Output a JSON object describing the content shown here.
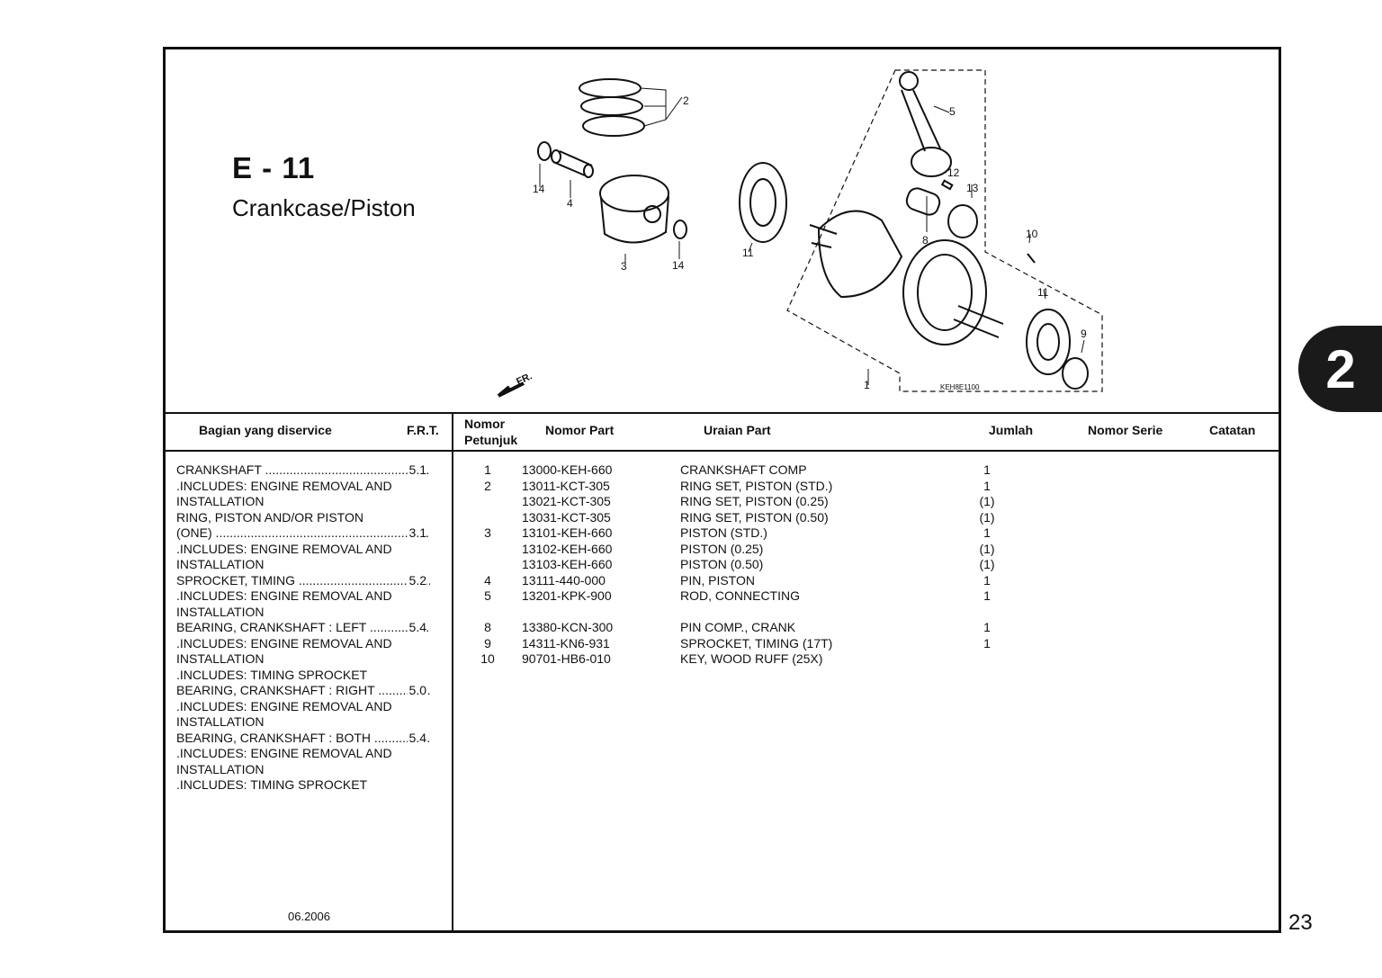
{
  "header": {
    "code": "E - 11",
    "title": "Crankcase/Piston"
  },
  "diagram": {
    "callouts": [
      "2",
      "5",
      "12",
      "13",
      "14",
      "4",
      "3",
      "14",
      "11",
      "8",
      "10",
      "11",
      "9",
      "1"
    ],
    "front_marker": "FR.",
    "figure_code": "KEH8E1100"
  },
  "table": {
    "headers": {
      "service": "Bagian yang diservice",
      "frt": "F.R.T.",
      "index_line1": "Nomor",
      "index_line2": "Petunjuk",
      "part_no": "Nomor Part",
      "description": "Uraian Part",
      "qty": "Jumlah",
      "serial": "Nomor Serie",
      "notes": "Catatan"
    },
    "service_lines": [
      {
        "text": "CRANKSHAFT",
        "frt": "5.1"
      },
      {
        "text": ".INCLUDES: ENGINE REMOVAL AND",
        "frt": ""
      },
      {
        "text": "INSTALLATION",
        "frt": ""
      },
      {
        "text": "RING, PISTON AND/OR PISTON",
        "frt": ""
      },
      {
        "text": "(ONE)",
        "frt": "3.1"
      },
      {
        "text": ".INCLUDES: ENGINE REMOVAL AND",
        "frt": ""
      },
      {
        "text": "INSTALLATION",
        "frt": ""
      },
      {
        "text": "SPROCKET, TIMING",
        "frt": "5.2"
      },
      {
        "text": ".INCLUDES: ENGINE REMOVAL AND",
        "frt": ""
      },
      {
        "text": "INSTALLATION",
        "frt": ""
      },
      {
        "text": "BEARING, CRANKSHAFT : LEFT",
        "frt": "5.4"
      },
      {
        "text": ".INCLUDES: ENGINE REMOVAL AND",
        "frt": ""
      },
      {
        "text": "INSTALLATION",
        "frt": ""
      },
      {
        "text": ".INCLUDES: TIMING SPROCKET",
        "frt": ""
      },
      {
        "text": "BEARING, CRANKSHAFT : RIGHT",
        "frt": "5.0"
      },
      {
        "text": ".INCLUDES: ENGINE REMOVAL AND",
        "frt": ""
      },
      {
        "text": "INSTALLATION",
        "frt": ""
      },
      {
        "text": "BEARING, CRANKSHAFT : BOTH",
        "frt": "5.4"
      },
      {
        "text": ".INCLUDES: ENGINE REMOVAL AND",
        "frt": ""
      },
      {
        "text": "INSTALLATION",
        "frt": ""
      },
      {
        "text": ".INCLUDES: TIMING SPROCKET",
        "frt": ""
      }
    ],
    "parts": [
      {
        "idx": "1",
        "part": "13000-KEH-660",
        "desc": "CRANKSHAFT COMP",
        "qty": "1"
      },
      {
        "idx": "2",
        "part": "13011-KCT-305",
        "desc": "RING SET, PISTON (STD.)",
        "qty": "1"
      },
      {
        "idx": "",
        "part": "13021-KCT-305",
        "desc": "RING SET, PISTON (0.25)",
        "qty": "(1)"
      },
      {
        "idx": "",
        "part": "13031-KCT-305",
        "desc": "RING SET, PISTON (0.50)",
        "qty": "(1)"
      },
      {
        "idx": "3",
        "part": "13101-KEH-660",
        "desc": "PISTON (STD.)",
        "qty": "1"
      },
      {
        "idx": "",
        "part": "13102-KEH-660",
        "desc": "PISTON (0.25)",
        "qty": "(1)"
      },
      {
        "idx": "",
        "part": "13103-KEH-660",
        "desc": "PISTON (0.50)",
        "qty": "(1)"
      },
      {
        "idx": "4",
        "part": "13111-440-000",
        "desc": "PIN, PISTON",
        "qty": "1"
      },
      {
        "idx": "5",
        "part": "13201-KPK-900",
        "desc": "ROD, CONNECTING",
        "qty": "1"
      },
      {
        "idx": "",
        "part": "",
        "desc": "",
        "qty": ""
      },
      {
        "idx": "8",
        "part": "13380-KCN-300",
        "desc": "PIN COMP., CRANK",
        "qty": "1"
      },
      {
        "idx": "9",
        "part": "14311-KN6-931",
        "desc": "SPROCKET, TIMING (17T)",
        "qty": "1"
      },
      {
        "idx": "10",
        "part": "90701-HB6-010",
        "desc": "KEY, WOOD RUFF (25X)",
        "qty": ""
      }
    ]
  },
  "footer": {
    "date": "06.2006",
    "section_tab": "2",
    "page_number": "23"
  }
}
